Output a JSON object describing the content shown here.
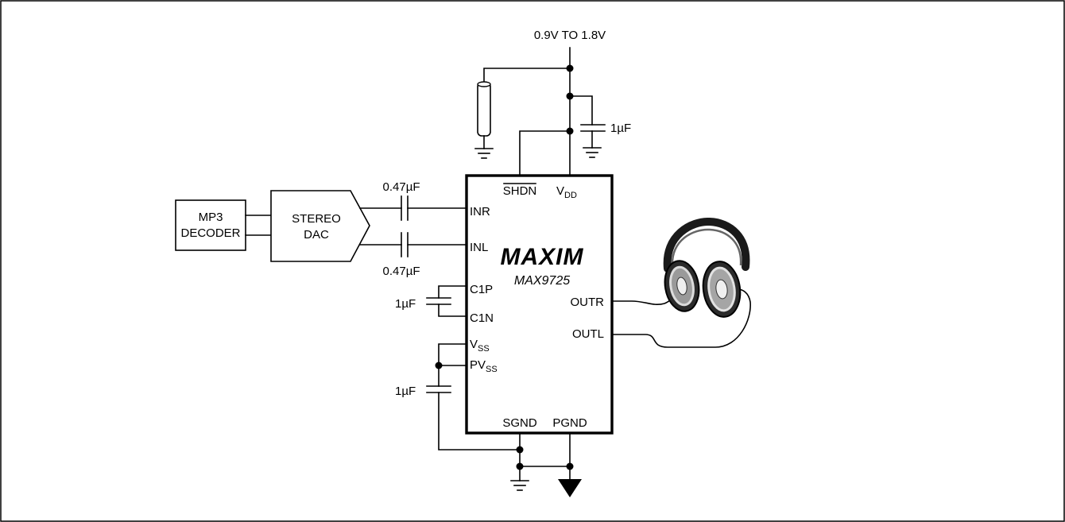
{
  "supply": {
    "label": "0.9V TO 1.8V"
  },
  "blocks": {
    "mp3_line1": "MP3",
    "mp3_line2": "DECODER",
    "dac_line1": "STEREO",
    "dac_line2": "DAC"
  },
  "capacitors": {
    "inr": "0.47µF",
    "inl": "0.47µF",
    "vdd": "1µF",
    "flying": "1µF",
    "vss": "1µF"
  },
  "chip": {
    "brand": "MAXIM",
    "part": "MAX9725",
    "pins": {
      "shdn": "SHDN",
      "vdd_main": "V",
      "vdd_sub": "DD",
      "inr": "INR",
      "inl": "INL",
      "c1p": "C1P",
      "c1n": "C1N",
      "vss_main": "V",
      "vss_sub": "SS",
      "pvss_main": "PV",
      "pvss_sub": "SS",
      "outr": "OUTR",
      "outl": "OUTL",
      "sgnd": "SGND",
      "pgnd": "PGND"
    }
  }
}
